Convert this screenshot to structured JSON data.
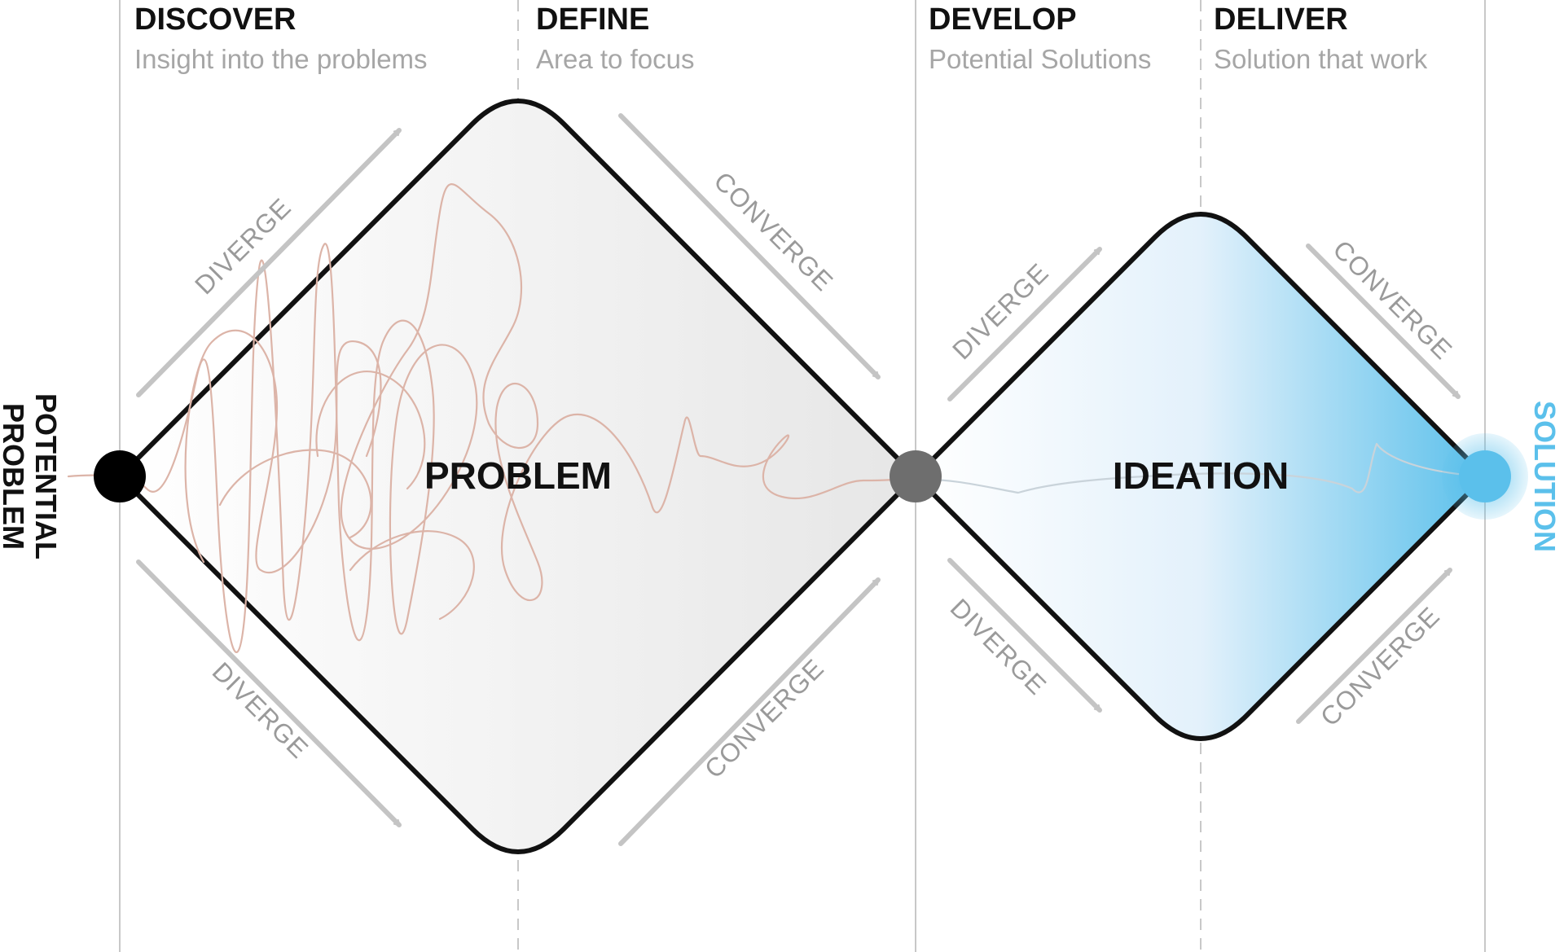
{
  "phases": [
    {
      "title": "DISCOVER",
      "subtitle": "Insight into the problems"
    },
    {
      "title": "DEFINE",
      "subtitle": "Area to focus"
    },
    {
      "title": "DEVELOP",
      "subtitle": "Potential Solutions"
    },
    {
      "title": "DELIVER",
      "subtitle": "Solution that work"
    }
  ],
  "diamonds": {
    "first": {
      "label": "PROBLEM"
    },
    "second": {
      "label": "IDEATION"
    }
  },
  "arrows": {
    "d1_top_left": "DIVERGE",
    "d1_bottom_left": "DIVERGE",
    "d1_top_right": "CONVERGE",
    "d1_bottom_right": "CONVERGE",
    "d2_top_left": "DIVERGE",
    "d2_bottom_left": "DIVERGE",
    "d2_top_right": "CONVERGE",
    "d2_bottom_right": "CONVERGE"
  },
  "endpoints": {
    "start": {
      "line1": "POTENTIAL",
      "line2": "PROBLEM"
    },
    "end": {
      "label": "SOLUTION"
    }
  },
  "colors": {
    "outline": "#111111",
    "start_node": "#000000",
    "mid_node": "#6e6e6e",
    "solution": "#5bc0eb",
    "scribble": "#dcb4a8",
    "arrow": "#c4c4c4"
  }
}
